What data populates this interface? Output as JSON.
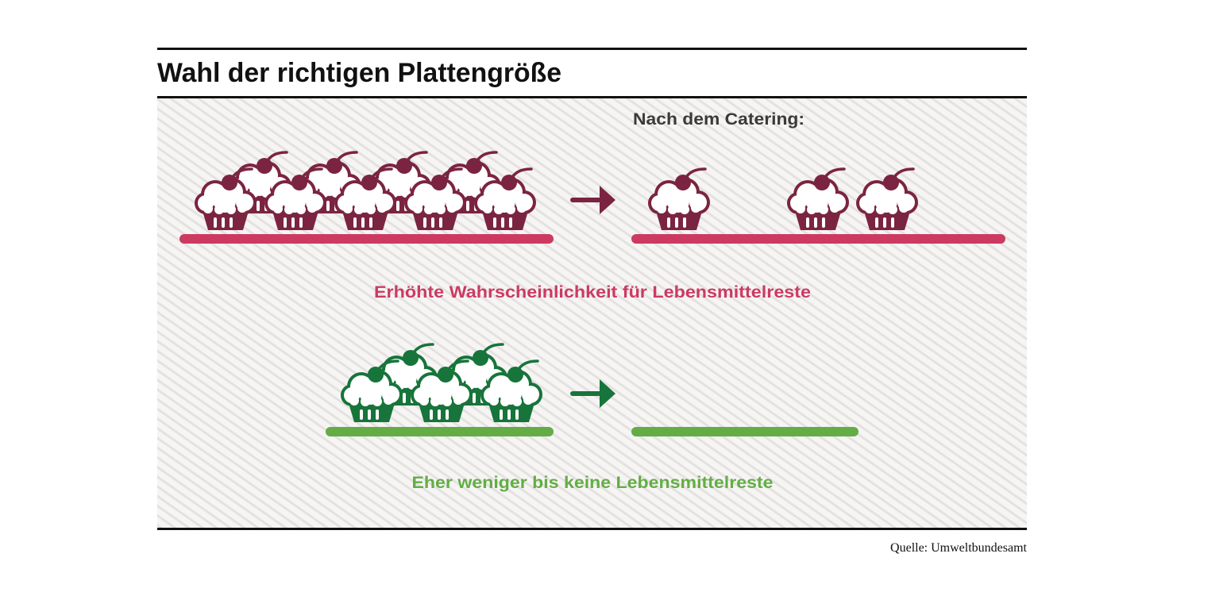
{
  "title": "Wahl der richtigen Plattengröße",
  "after_catering_label": "Nach dem Catering:",
  "scenario_large": {
    "caption": "Erhöhte Wahrscheinlichkeit für Lebensmittelreste",
    "cupcakes_before": 9,
    "cupcakes_after": 3
  },
  "scenario_small": {
    "caption": "Eher weniger bis keine Lebensmittelreste",
    "cupcakes_before": 5,
    "cupcakes_after": 0
  },
  "source": "Quelle: Umweltbundesamt",
  "colors": {
    "red_icon": "#7b2441",
    "red_plate": "#cc3a62",
    "green_icon": "#17743a",
    "green_plate": "#64ad46",
    "text_dark": "#3a3a3a"
  }
}
